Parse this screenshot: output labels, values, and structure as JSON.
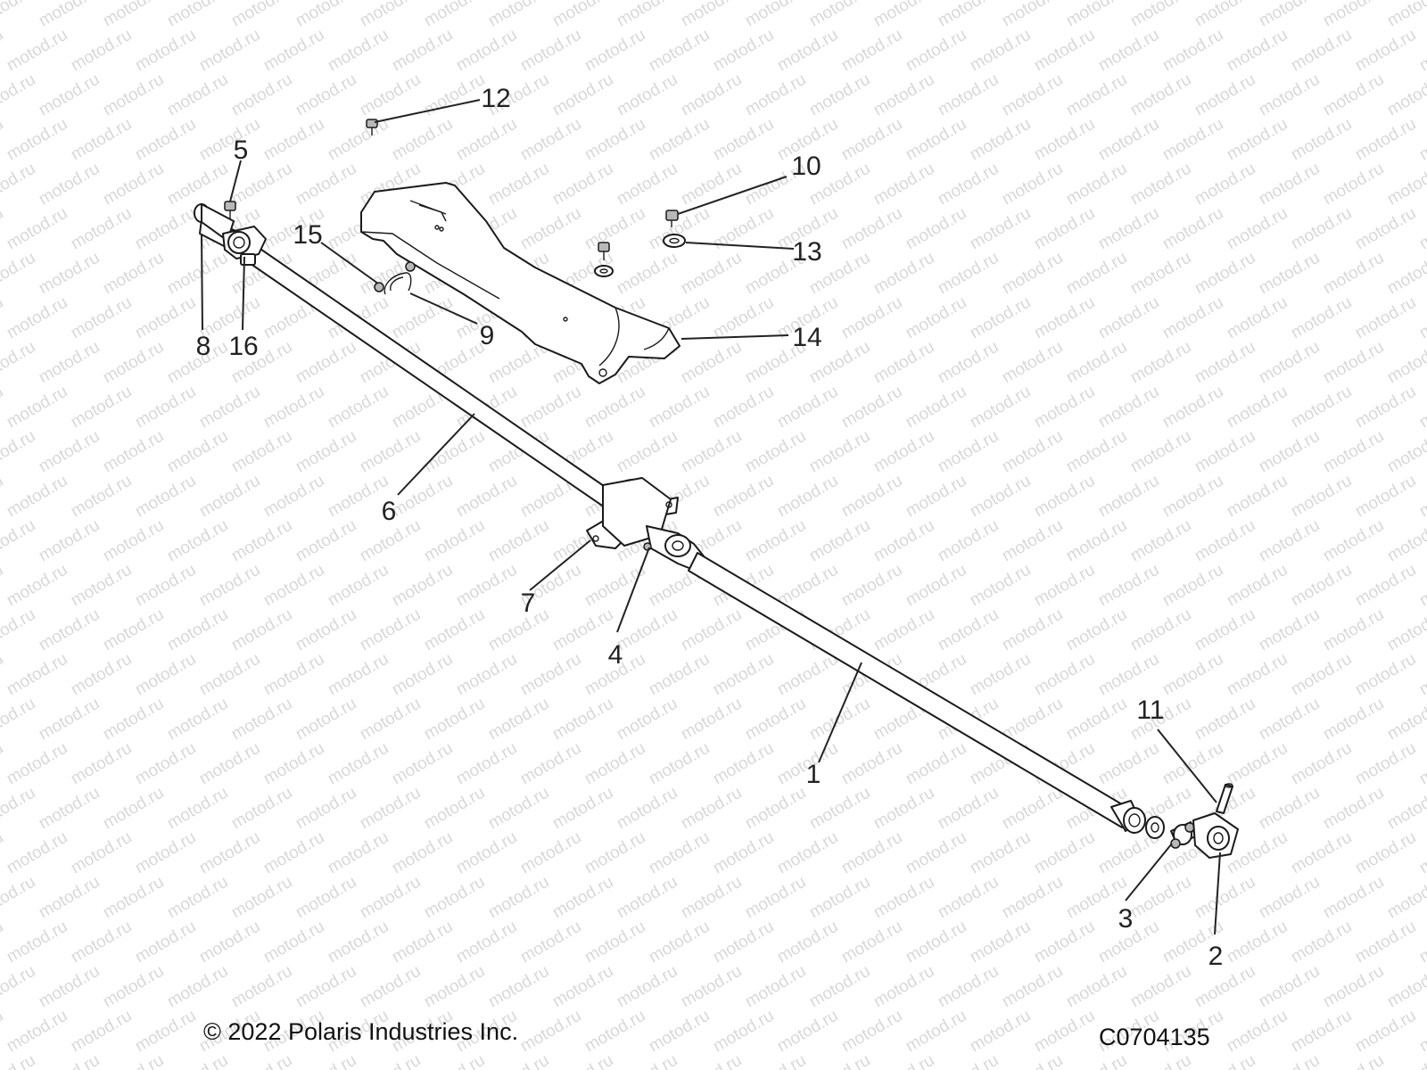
{
  "watermark": {
    "text": "motod.ru"
  },
  "callouts": [
    "1",
    "2",
    "3",
    "4",
    "5",
    "6",
    "7",
    "8",
    "9",
    "10",
    "11",
    "12",
    "13",
    "14",
    "15",
    "16"
  ],
  "footer": {
    "copyright": "© 2022 Polaris Industries Inc.",
    "diagram_code": "C0704135"
  }
}
